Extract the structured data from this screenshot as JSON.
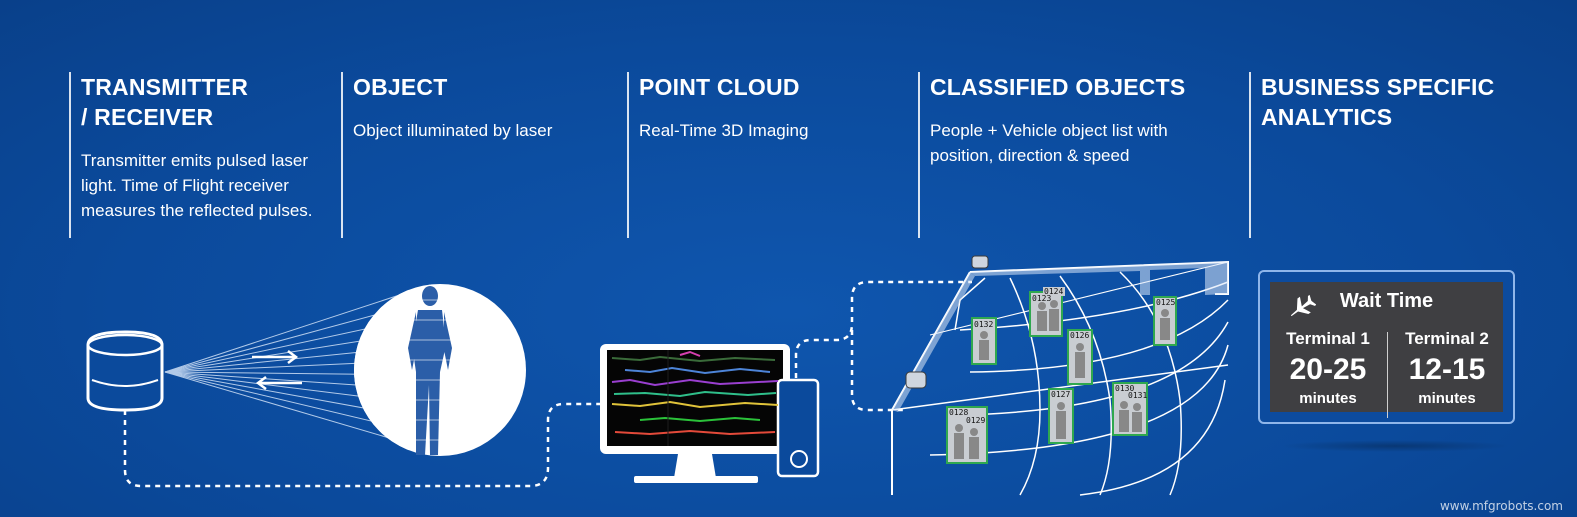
{
  "steps": [
    {
      "title_lines": [
        "TRANSMITTER",
        "/ RECEIVER"
      ],
      "desc": "Transmitter emits pulsed laser light. Time of Flight receiver measures the reflected pulses."
    },
    {
      "title_lines": [
        "OBJECT"
      ],
      "desc": "Object illuminated by laser"
    },
    {
      "title_lines": [
        "POINT CLOUD"
      ],
      "desc": "Real-Time 3D Imaging"
    },
    {
      "title_lines": [
        "CLASSIFIED OBJECTS"
      ],
      "desc": "People + Vehicle object list with position, direction & speed"
    },
    {
      "title_lines": [
        "BUSINESS SPECIFIC",
        "ANALYTICS"
      ],
      "desc": ""
    }
  ],
  "tracked_ids": [
    "0124",
    "0123",
    "0125",
    "0132",
    "0126",
    "0130",
    "0131",
    "0127",
    "0128",
    "0129"
  ],
  "wait_panel": {
    "title": "Wait Time",
    "icon": "airplane-icon",
    "terminals": [
      {
        "name": "Terminal 1",
        "value": "20-25",
        "unit": "minutes"
      },
      {
        "name": "Terminal 2",
        "value": "12-15",
        "unit": "minutes"
      }
    ]
  },
  "watermark": "www.mfgrobots.com",
  "colors": {
    "background": "#0b4a9c",
    "panel": "#3f3f42",
    "box_green": "#2fa84f"
  }
}
